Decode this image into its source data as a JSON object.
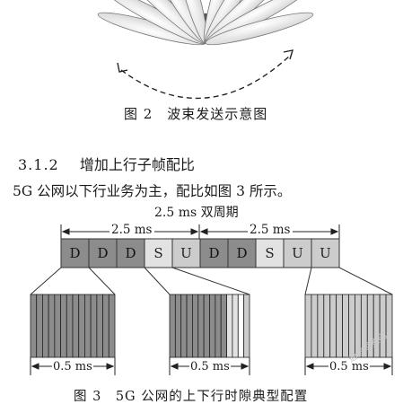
{
  "beam_figure": {
    "caption": "图 2　波束发送示意图"
  },
  "section": {
    "number": "3.1.2",
    "title": "增加上行子帧配比"
  },
  "paragraph": "5G 公网以下行业务为主，配比如图 3 所示。",
  "frame_figure": {
    "period_title": "2.5 ms 双周期",
    "period_label_1": "2.5 ms",
    "period_label_2": "2.5 ms",
    "slots": [
      "D",
      "D",
      "D",
      "S",
      "U",
      "D",
      "D",
      "S",
      "U",
      "U"
    ],
    "slot_colors": {
      "D": "#8c8c8c",
      "S": "#e2e2e2",
      "U": "#cccccc"
    },
    "zoom_label_1": "0.5 ms",
    "zoom_label_2": "0.5 ms",
    "zoom_label_3": "0.5 ms",
    "caption": "图 3　5G 公网的上下行时隙典型配置"
  },
  "watermark": "通信观察网"
}
